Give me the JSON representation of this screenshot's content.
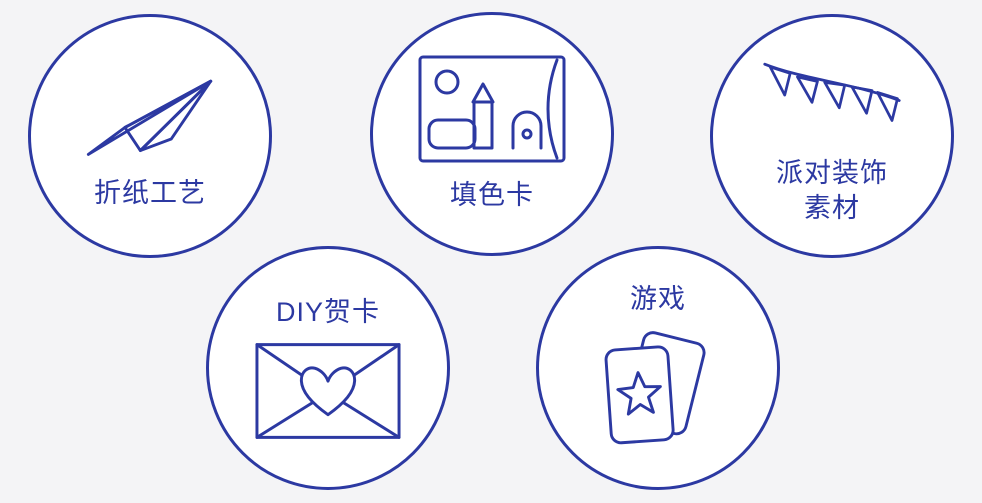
{
  "colors": {
    "accent": "#2c39a2",
    "background": "#f4f4f6",
    "circle_fill": "#ffffff"
  },
  "categories": [
    {
      "label": "折纸工艺",
      "icon": "paper-plane-icon"
    },
    {
      "label": "填色卡",
      "icon": "coloring-card-icon"
    },
    {
      "label_lines": [
        "派对装饰",
        "素材"
      ],
      "icon": "party-bunting-icon"
    },
    {
      "label": "DIY贺卡",
      "icon": "envelope-heart-icon"
    },
    {
      "label": "游戏",
      "icon": "playing-cards-icon"
    }
  ]
}
